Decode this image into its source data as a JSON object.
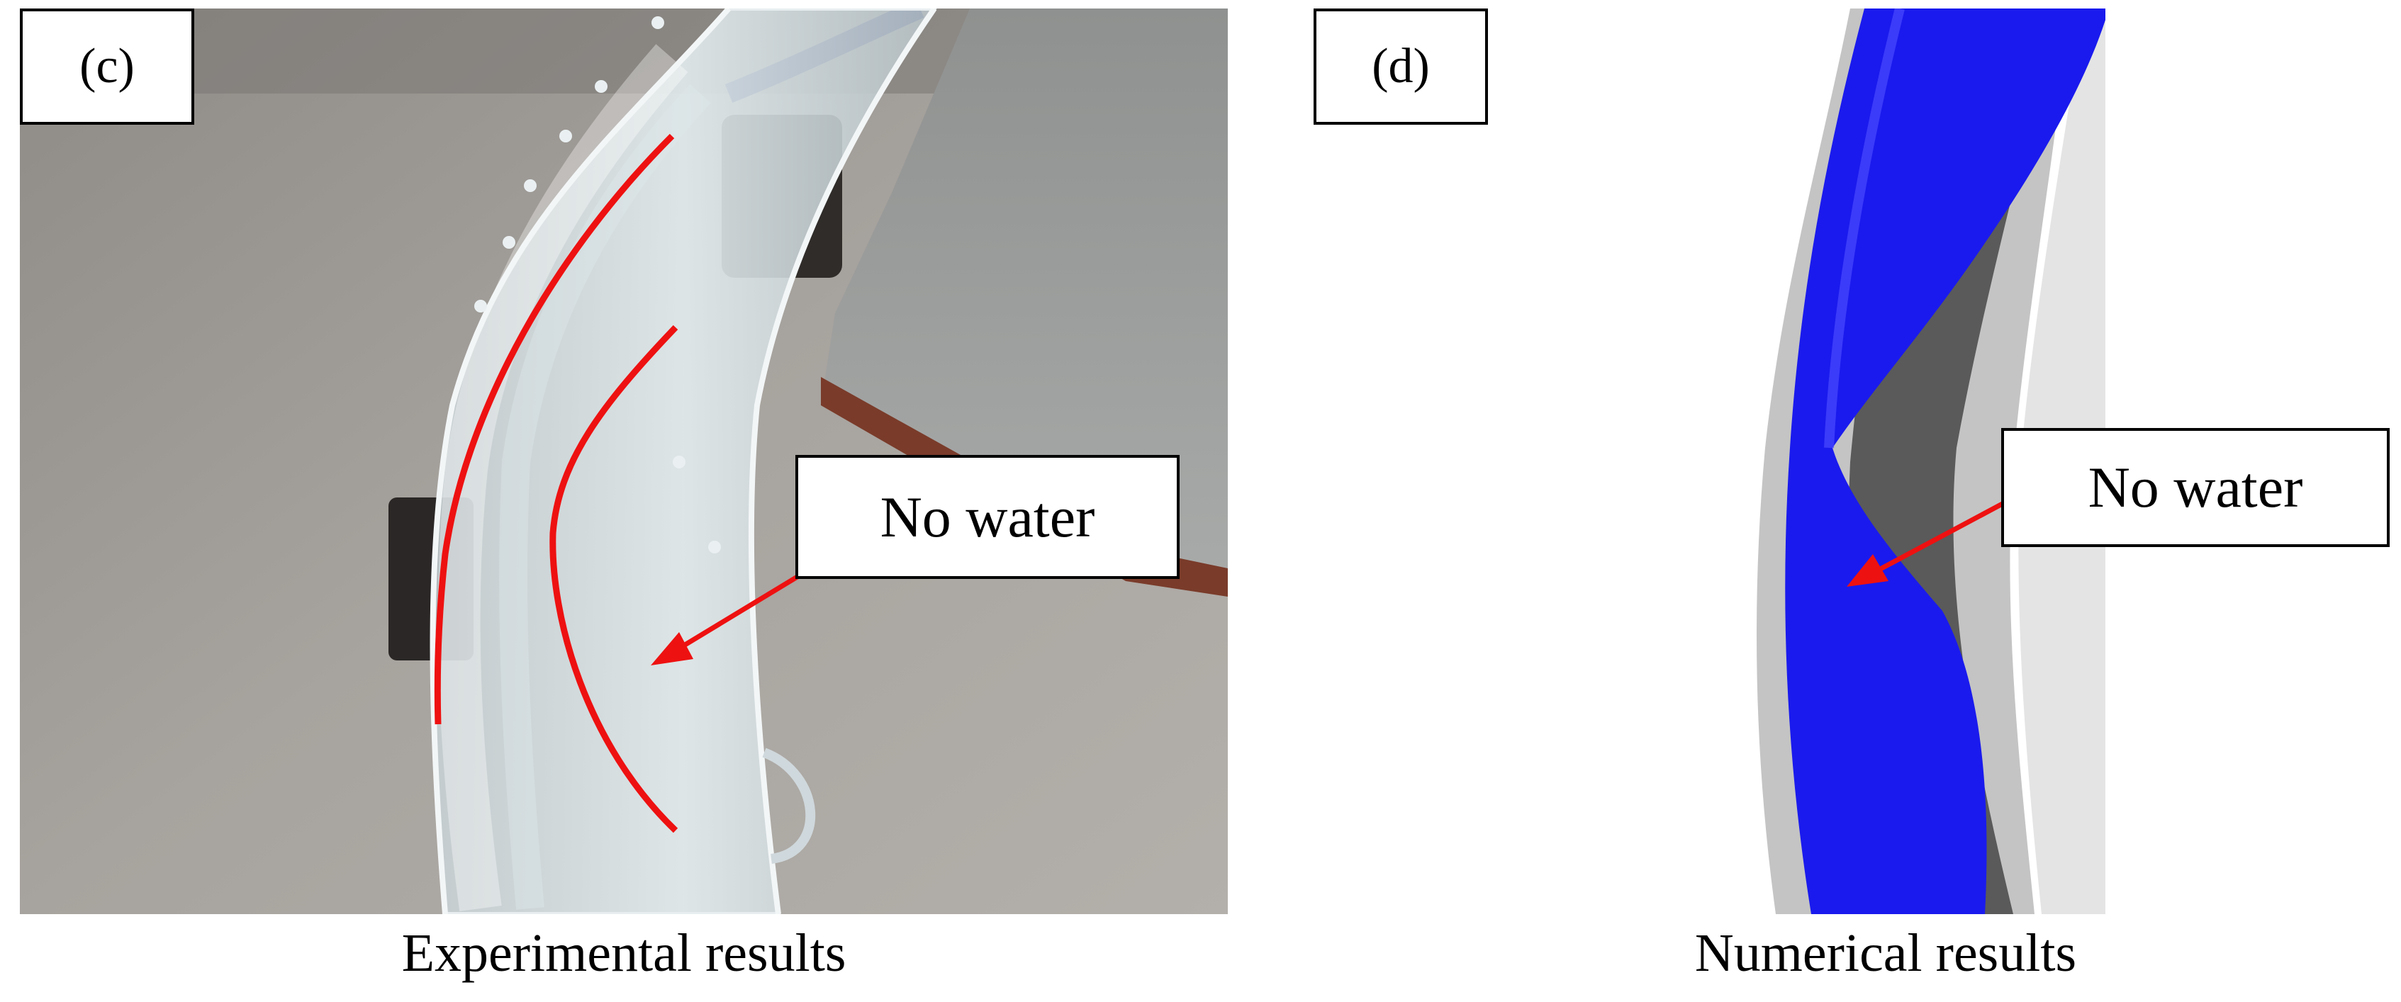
{
  "panels": {
    "left": {
      "tag": "(c)",
      "callout": "No water",
      "caption": "Experimental results"
    },
    "right": {
      "tag": "(d)",
      "callout": "No water",
      "caption": "Numerical results"
    }
  },
  "colors": {
    "annotation_red": "#ee1111",
    "water_blue": "#1a1aee",
    "channel_light_gray": "#c4c4c4",
    "channel_dark_gray": "#5a5a5a"
  }
}
